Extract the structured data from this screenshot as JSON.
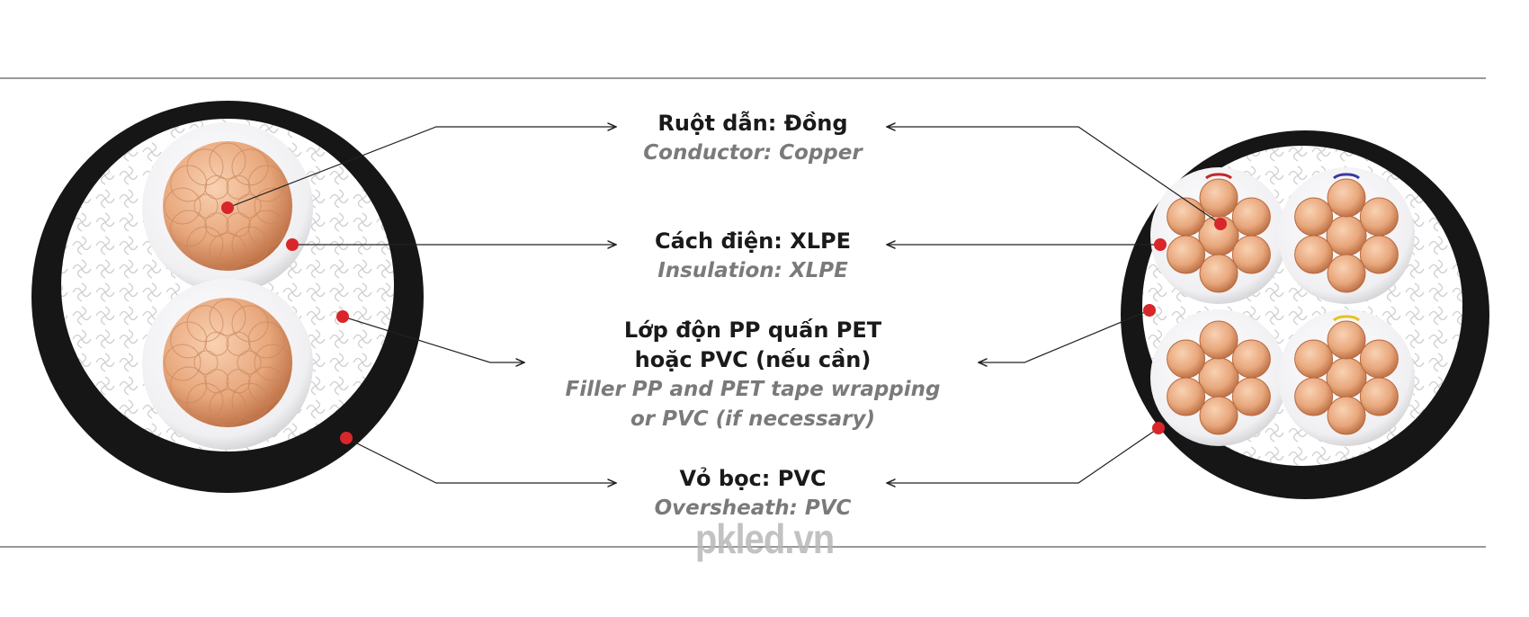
{
  "labels": [
    {
      "vi": "Ruột dẫn: Đồng",
      "en": "Conductor: Copper"
    },
    {
      "vi": "Cách điện: XLPE",
      "en": "Insulation: XLPE"
    },
    {
      "vi_line1": "Lớp độn PP quấn PET",
      "vi_line2": "hoặc PVC (nếu cần)",
      "en_line1": "Filler PP and PET tape wrapping",
      "en_line2": "or PVC (if necessary)"
    },
    {
      "vi": "Vỏ bọc: PVC",
      "en": "Oversheath: PVC"
    }
  ],
  "watermark": "pkled.vn",
  "colors": {
    "sheath": "#1c1c1c",
    "copper": "#e8a77c",
    "marker": "#d8262a",
    "insulation": "#f1f0f2",
    "filler": "#ffffff"
  },
  "core_phase_colors": [
    "#c0282b",
    "#3a3aa0",
    "#e8c020"
  ]
}
